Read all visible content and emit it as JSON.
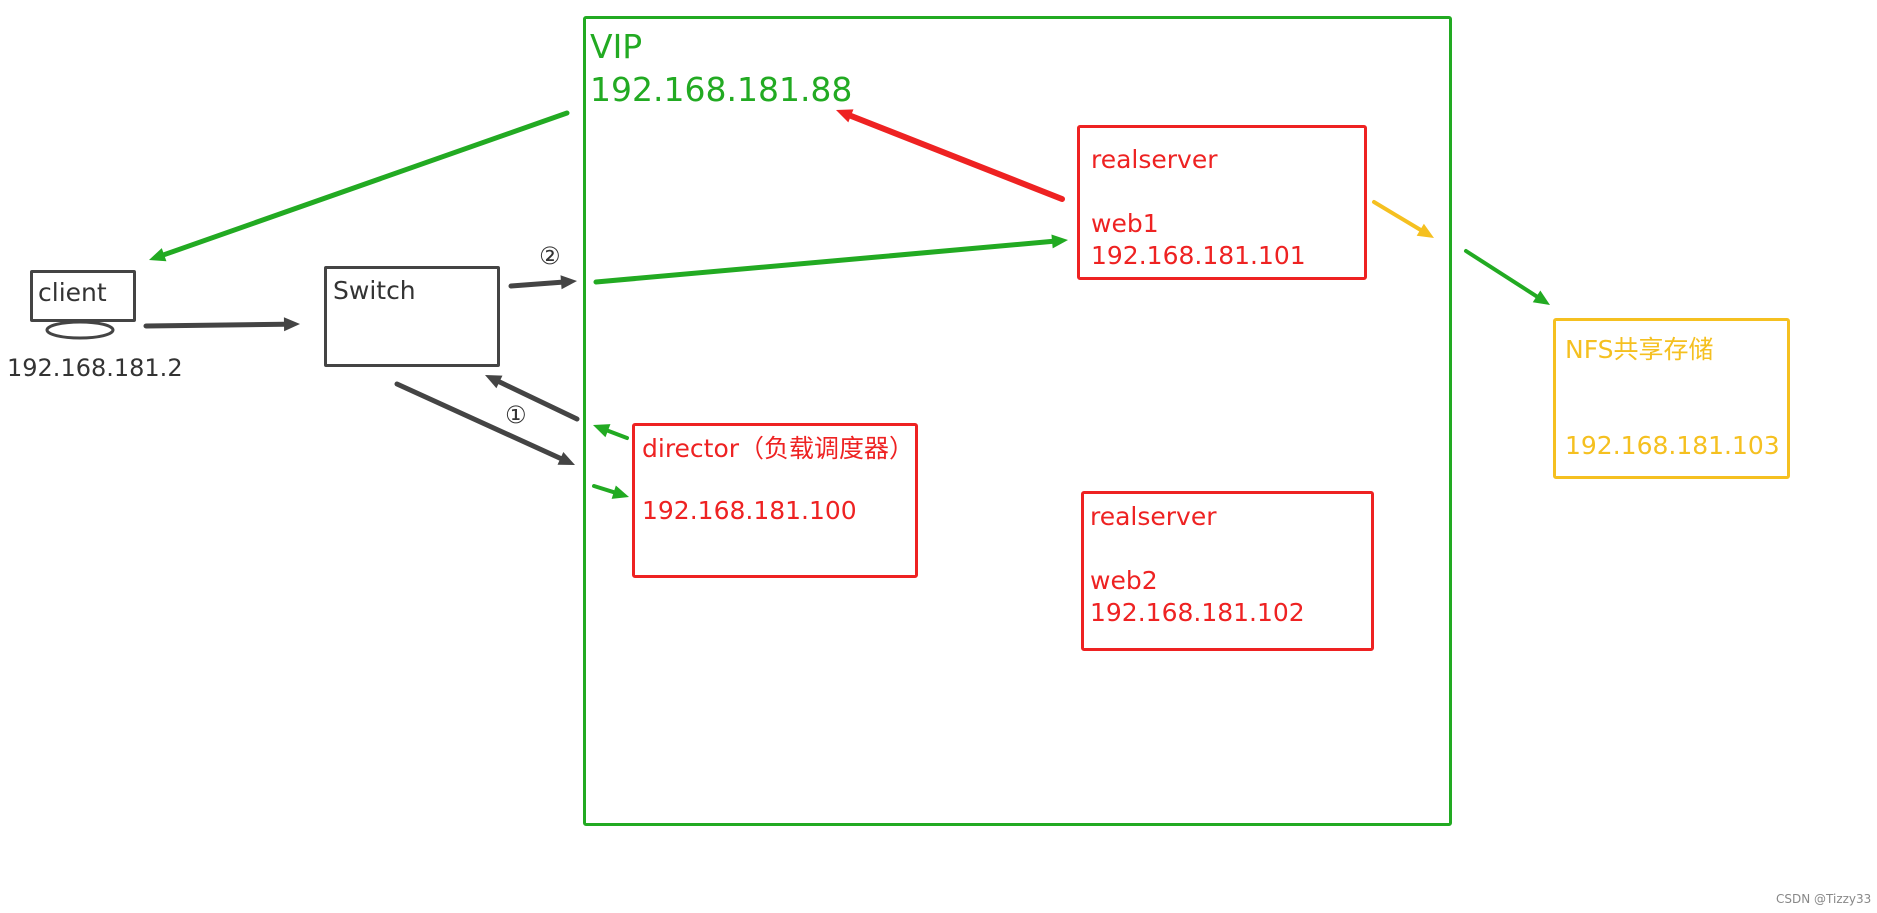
{
  "vip": {
    "label": "VIP",
    "ip": "192.168.181.88"
  },
  "client": {
    "label": "client",
    "ip": "192.168.181.2"
  },
  "switch": {
    "label": "Switch"
  },
  "director": {
    "label": "director（负载调度器）",
    "ip": "192.168.181.100"
  },
  "web1": {
    "role": "realserver",
    "name": "web1",
    "ip": "192.168.181.101"
  },
  "web2": {
    "role": "realserver",
    "name": "web2",
    "ip": "192.168.181.102"
  },
  "nfs": {
    "label": "NFS共享存储",
    "ip": "192.168.181.103"
  },
  "steps": {
    "one": "①",
    "two": "②"
  },
  "watermark": "CSDN @Tizzy33",
  "colors": {
    "vip_green": "#22aa22",
    "server_red": "#ee2222",
    "nfs_yellow": "#f5c020",
    "device_gray": "#444444"
  }
}
